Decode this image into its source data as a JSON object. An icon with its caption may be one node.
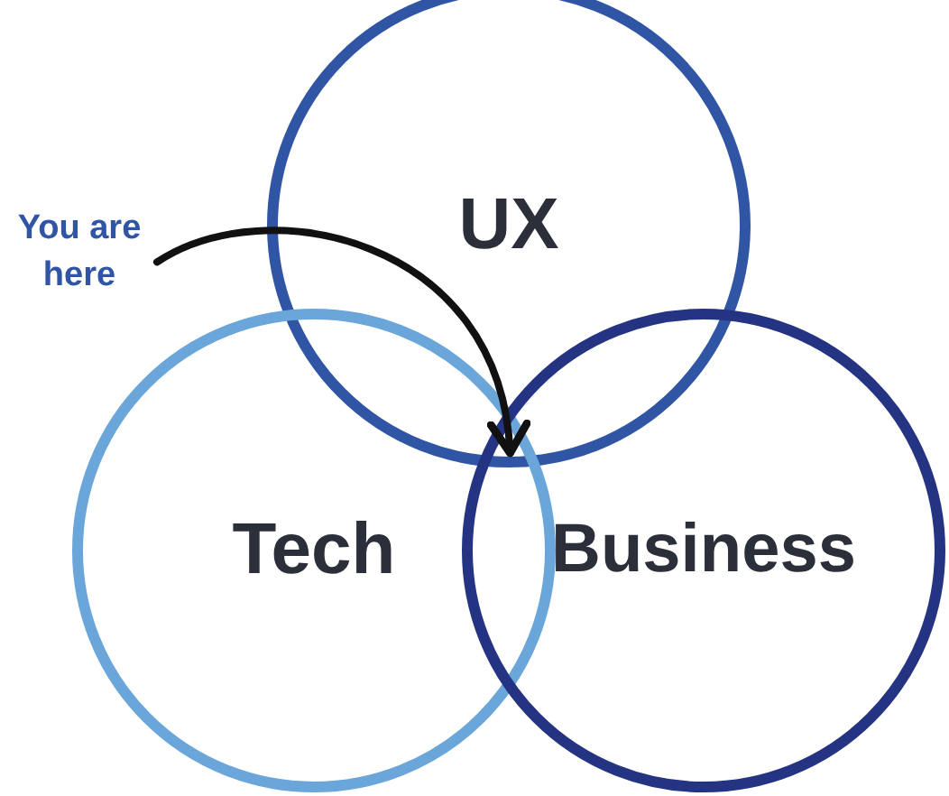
{
  "diagram": {
    "nodes": [
      {
        "text": [
          "UX"
        ]
      },
      {
        "text": [
          "You are here"
        ]
      },
      {
        "text": [
          "Tech"
        ]
      },
      {
        "text": [
          "Business"
        ]
      }
    ],
    "edges": [
      {
        "from": 1,
        "to": 0,
        "arrow": "to"
      }
    ]
  }
}
